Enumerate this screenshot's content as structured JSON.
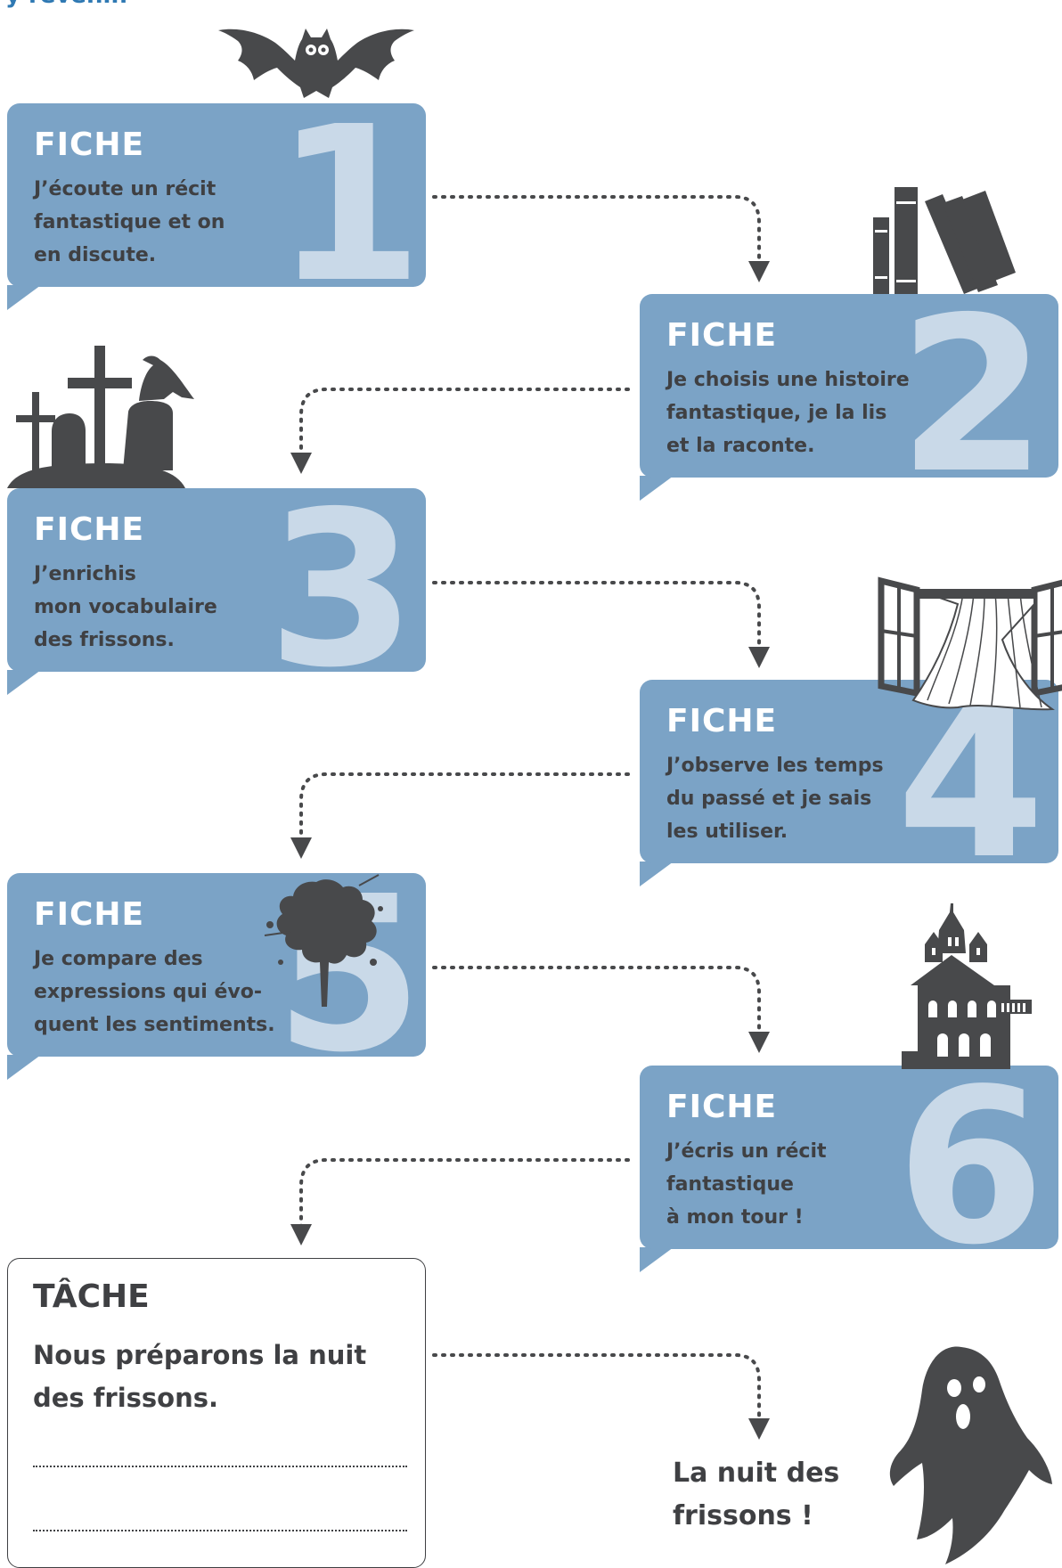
{
  "header": {
    "text": "y revenir."
  },
  "fiches": [
    {
      "title": "FICHE",
      "number": "1",
      "lines": [
        "J’écoute un récit",
        "fantastique et on",
        "en discute."
      ]
    },
    {
      "title": "FICHE",
      "number": "2",
      "lines": [
        "Je choisis une histoire",
        "fantastique, je la lis",
        "et la raconte."
      ]
    },
    {
      "title": "FICHE",
      "number": "3",
      "lines": [
        "J’enrichis",
        "mon vocabulaire",
        "des frissons."
      ]
    },
    {
      "title": "FICHE",
      "number": "4",
      "lines": [
        "J’observe les temps",
        "du passé et je sais",
        "les utiliser."
      ]
    },
    {
      "title": "FICHE",
      "number": "5",
      "lines": [
        "Je compare des",
        "expressions qui évo-",
        "quent les sentiments."
      ]
    },
    {
      "title": "FICHE",
      "number": "6",
      "lines": [
        "J’écris un récit",
        "fantastique",
        "à mon tour !"
      ]
    }
  ],
  "task": {
    "title": "TÂCHE",
    "lines": [
      "Nous préparons la nuit",
      "des frissons."
    ]
  },
  "final": {
    "lines": [
      "La nuit des",
      "frissons !"
    ]
  },
  "icons": [
    "bat-icon",
    "books-icon",
    "graveyard-crow-icon",
    "window-curtain-icon",
    "ink-splash-icon",
    "haunted-house-icon",
    "ghost-icon"
  ],
  "colors": {
    "card": "#7ba3c6",
    "number": "#c9d9e8",
    "text": "#3f4043",
    "accent": "#2f79b3",
    "silhouette": "#48494b"
  }
}
